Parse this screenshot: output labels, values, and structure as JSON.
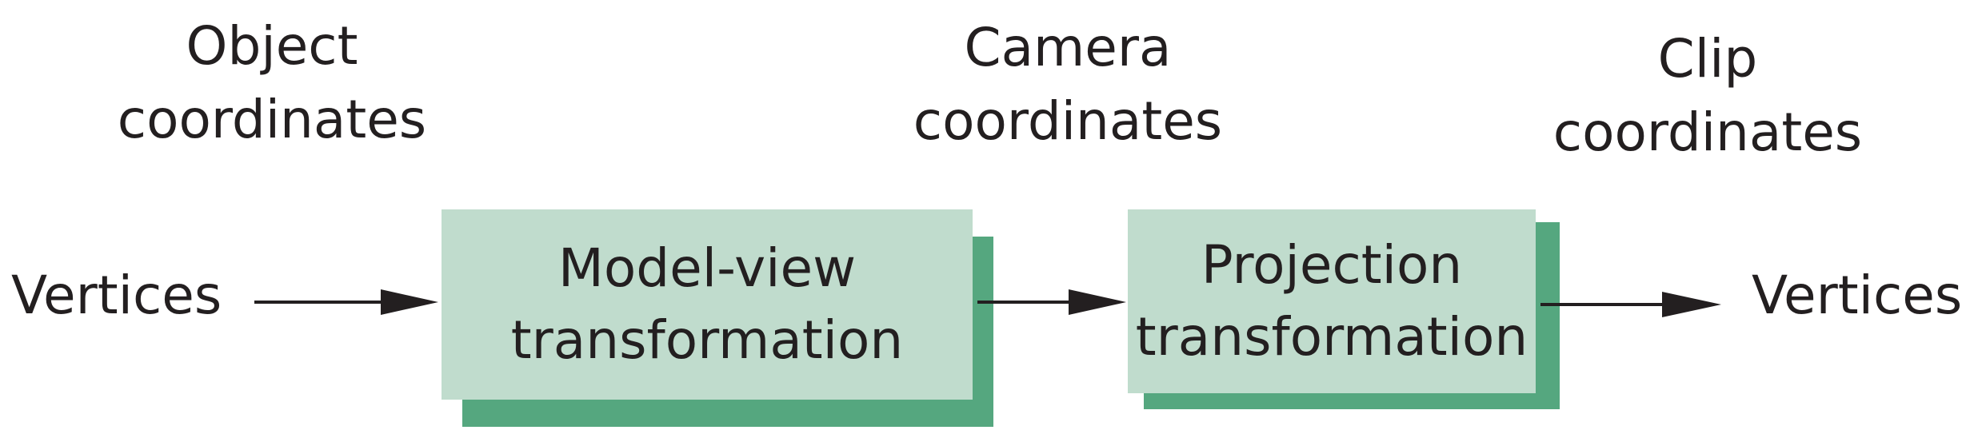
{
  "colors": {
    "box_fill": "#c0dccd",
    "box_shadow": "#55a77f",
    "text": "#231f20",
    "arrow": "#231f20"
  },
  "labels": {
    "object": [
      "Object",
      "coordinates"
    ],
    "camera": [
      "Camera",
      "coordinates"
    ],
    "clip": [
      "Clip",
      "coordinates"
    ]
  },
  "input_label": "Vertices",
  "output_label": "Vertices",
  "boxes": {
    "model_view": [
      "Model-view",
      "transformation"
    ],
    "projection": [
      "Projection",
      "transformation"
    ]
  }
}
